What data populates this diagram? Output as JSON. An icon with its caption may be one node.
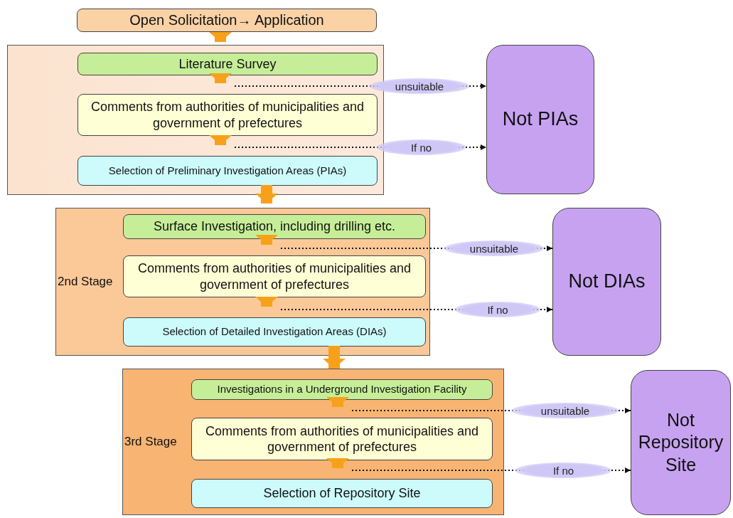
{
  "diagram": {
    "nodes": [
      {
        "text": [
          "Open Solicitation→ Application"
        ]
      },
      {
        "text": [],
        "shape": "box"
      },
      {
        "text": [
          "Literature Survey"
        ],
        "in": 1
      },
      {
        "text": [
          "Comments from authorities of municipalities and government of prefectures"
        ],
        "in": 1
      },
      {
        "text": [
          "Selection of Preliminary Investigation Areas (PIAs)"
        ],
        "in": 1
      },
      {
        "text": [
          "Not PIAs"
        ]
      },
      {
        "text": [
          "2nd Stage"
        ]
      },
      {
        "text": [
          "Surface Investigation, including drilling etc."
        ],
        "in": 6
      },
      {
        "text": [
          "Comments from authorities of municipalities and government of prefectures"
        ],
        "in": 6
      },
      {
        "text": [
          "Selection of Detailed Investigation Areas (DIAs)"
        ],
        "in": 6
      },
      {
        "text": [
          "Not DIAs"
        ]
      },
      {
        "text": [
          "3rd Stage"
        ]
      },
      {
        "text": [
          "Investigations in a Underground Investigation Facility"
        ],
        "in": 11
      },
      {
        "text": [
          "Comments from authorities of municipalities and government of prefectures"
        ],
        "in": 11
      },
      {
        "text": [
          "Selection of Repository Site"
        ],
        "in": 11
      },
      {
        "text": [
          "Not Repository Site"
        ]
      }
    ],
    "edges": [
      {
        "from": 0,
        "to": 2,
        "arrow": "to"
      },
      {
        "from": 2,
        "to": 3,
        "arrow": "to"
      },
      {
        "from": 3,
        "to": 4,
        "arrow": "to"
      },
      {
        "from": 4,
        "to": 7,
        "arrow": "to"
      },
      {
        "from": 7,
        "to": 8,
        "arrow": "to"
      },
      {
        "from": 8,
        "to": 9,
        "arrow": "to"
      },
      {
        "from": 9,
        "to": 12,
        "arrow": "to"
      },
      {
        "from": 12,
        "to": 13,
        "arrow": "to"
      },
      {
        "from": 13,
        "to": 14,
        "arrow": "to"
      },
      {
        "from": 3,
        "to": 5,
        "arrow": "to",
        "label": "unsuitable",
        "style": "dashed",
        "color": "#111111"
      },
      {
        "from": 4,
        "to": 5,
        "arrow": "to",
        "label": "If no",
        "style": "dashed",
        "color": "#111111"
      },
      {
        "from": 8,
        "to": 10,
        "arrow": "to",
        "label": "unsuitable",
        "style": "dashed",
        "color": "#111111"
      },
      {
        "from": 9,
        "to": 10,
        "arrow": "to",
        "label": "If no",
        "style": "dashed",
        "color": "#111111"
      },
      {
        "from": 13,
        "to": 15,
        "arrow": "to",
        "label": "unsuitable",
        "style": "dashed",
        "color": "#111111"
      },
      {
        "from": 14,
        "to": 15,
        "arrow": "to",
        "label": "If no",
        "style": "dashed",
        "color": "#111111"
      }
    ]
  }
}
